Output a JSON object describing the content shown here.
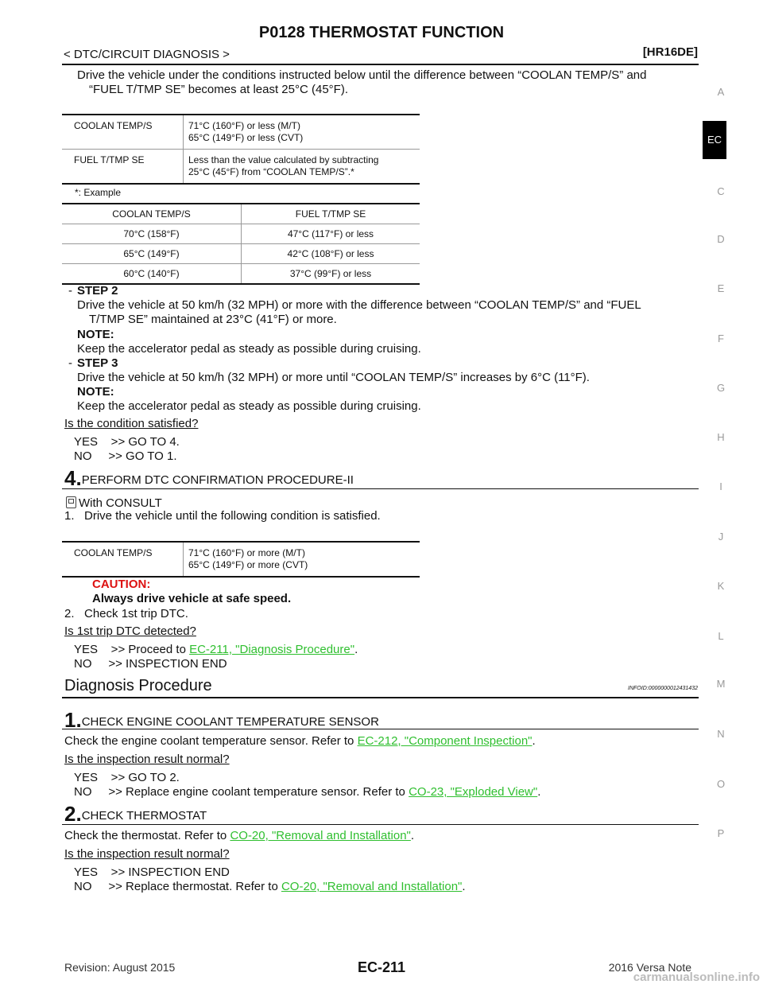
{
  "header": {
    "title": "P0128 THERMOSTAT FUNCTION",
    "section": "< DTC/CIRCUIT DIAGNOSIS >",
    "engine": "[HR16DE]"
  },
  "intro": {
    "line1": "Drive the vehicle under the conditions instructed below until the difference between “COOLAN TEMP/S” and",
    "line2": "“FUEL T/TMP SE” becomes at least 25°C (45°F)."
  },
  "table1": {
    "rows": [
      {
        "label": "COOLAN TEMP/S",
        "value1": "71°C (160°F) or less (M/T)",
        "value2": "65°C (149°F) or less (CVT)"
      },
      {
        "label": "FUEL T/TMP SE",
        "value1": "Less than the value calculated by subtracting",
        "value2": "25°C (45°F) from “COOLAN TEMP/S”.*"
      }
    ]
  },
  "example": {
    "note": "*: Example",
    "headers": [
      "COOLAN TEMP/S",
      "FUEL T/TMP SE"
    ],
    "rows": [
      [
        "70°C (158°F)",
        "47°C (117°F) or less"
      ],
      [
        "65°C (149°F)",
        "42°C (108°F) or less"
      ],
      [
        "60°C (140°F)",
        "37°C (99°F) or less"
      ]
    ]
  },
  "step2": {
    "dash": "-",
    "label": "STEP 2",
    "line1": "Drive the vehicle at 50 km/h (32 MPH) or more with the difference between “COOLAN TEMP/S” and “FUEL",
    "line2": "T/TMP SE” maintained at 23°C (41°F) or more.",
    "note_label": "NOTE:",
    "note_text": "Keep the accelerator pedal as steady as possible during cruising."
  },
  "step3": {
    "dash": "-",
    "label": "STEP 3",
    "line1": "Drive the vehicle at 50 km/h (32 MPH) or more until “COOLAN TEMP/S” increases by 6°C (11°F).",
    "note_label": "NOTE:",
    "note_text": "Keep the accelerator pedal as steady as possible during cruising."
  },
  "q1": {
    "question": "Is the condition satisfied?",
    "yes": "YES    >> GO TO 4.",
    "no": "NO     >> GO TO 1."
  },
  "sec4": {
    "num": "4.",
    "title": "PERFORM DTC CONFIRMATION PROCEDURE-II",
    "with": "With CONSULT",
    "step1": "1.   Drive the vehicle until the following condition is satisfied.",
    "table": {
      "label": "COOLAN TEMP/S",
      "value1": "71°C (160°F) or more (M/T)",
      "value2": "65°C (149°F) or more (CVT)"
    },
    "caution_label": "CAUTION:",
    "caution_text": "Always drive vehicle at safe speed.",
    "step2": "2.   Check 1st trip DTC.",
    "question": "Is 1st trip DTC detected?",
    "yes_prefix": "YES    >> Proceed to ",
    "yes_link": "EC-211, \"Diagnosis Procedure\"",
    "yes_suffix": ".",
    "no": "NO     >> INSPECTION END"
  },
  "diag": {
    "title": "Diagnosis Procedure",
    "infoid": "INFOID:0000000012431432"
  },
  "sec1": {
    "num": "1.",
    "title": "CHECK ENGINE COOLANT TEMPERATURE SENSOR",
    "text_prefix": "Check the engine coolant temperature sensor. Refer to ",
    "text_link": "EC-212, \"Component Inspection\"",
    "text_suffix": ".",
    "question": "Is the inspection result normal?",
    "yes": "YES    >> GO TO 2.",
    "no_prefix": "NO     >> Replace engine coolant temperature sensor. Refer to ",
    "no_link": "CO-23, \"Exploded View\"",
    "no_suffix": "."
  },
  "sec2": {
    "num": "2.",
    "title": "CHECK THERMOSTAT",
    "text_prefix": "Check the thermostat. Refer to ",
    "text_link": "CO-20, \"Removal and Installation\"",
    "text_suffix": ".",
    "question": "Is the inspection result normal?",
    "yes": "YES    >> INSPECTION END",
    "no_prefix": "NO     >> Replace thermostat. Refer to ",
    "no_link": "CO-20, \"Removal and Installation\"",
    "no_suffix": "."
  },
  "sidebar": [
    "A",
    "C",
    "D",
    "E",
    "F",
    "G",
    "H",
    "I",
    "J",
    "K",
    "L",
    "M",
    "N",
    "O",
    "P"
  ],
  "sidebar_active": "EC",
  "footer": {
    "revision": "Revision: August 2015",
    "page": "EC-211",
    "model": "2016 Versa Note",
    "watermark": "carmanualsonline.info"
  }
}
